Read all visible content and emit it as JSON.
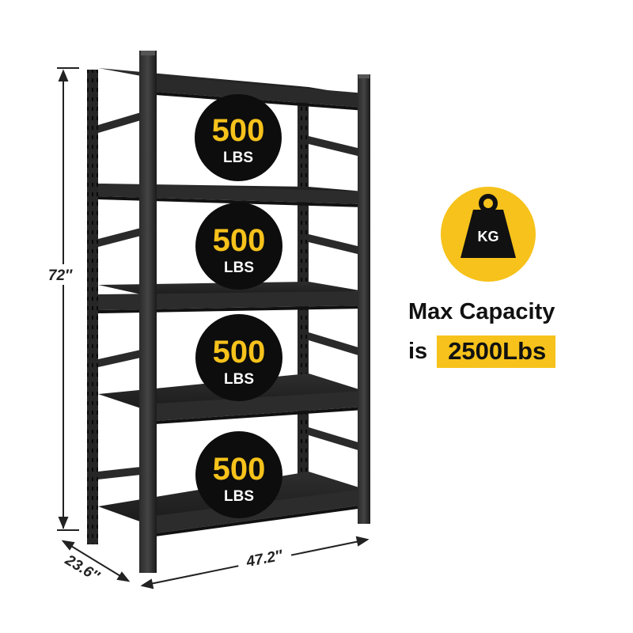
{
  "dimensions": {
    "height": "72″",
    "depth": "23.6″",
    "width": "47.2″"
  },
  "shelf_badges": [
    {
      "value": "500",
      "unit": "LBS"
    },
    {
      "value": "500",
      "unit": "LBS"
    },
    {
      "value": "500",
      "unit": "LBS"
    },
    {
      "value": "500",
      "unit": "LBS"
    }
  ],
  "capacity": {
    "weight_label": "KG",
    "line1": "Max Capacity",
    "line2_prefix": "is",
    "line2_value": "2500Lbs"
  },
  "colors": {
    "accent": "#f6c21b",
    "rack": "#1c1c1c",
    "badge": "#0d0d0d"
  }
}
